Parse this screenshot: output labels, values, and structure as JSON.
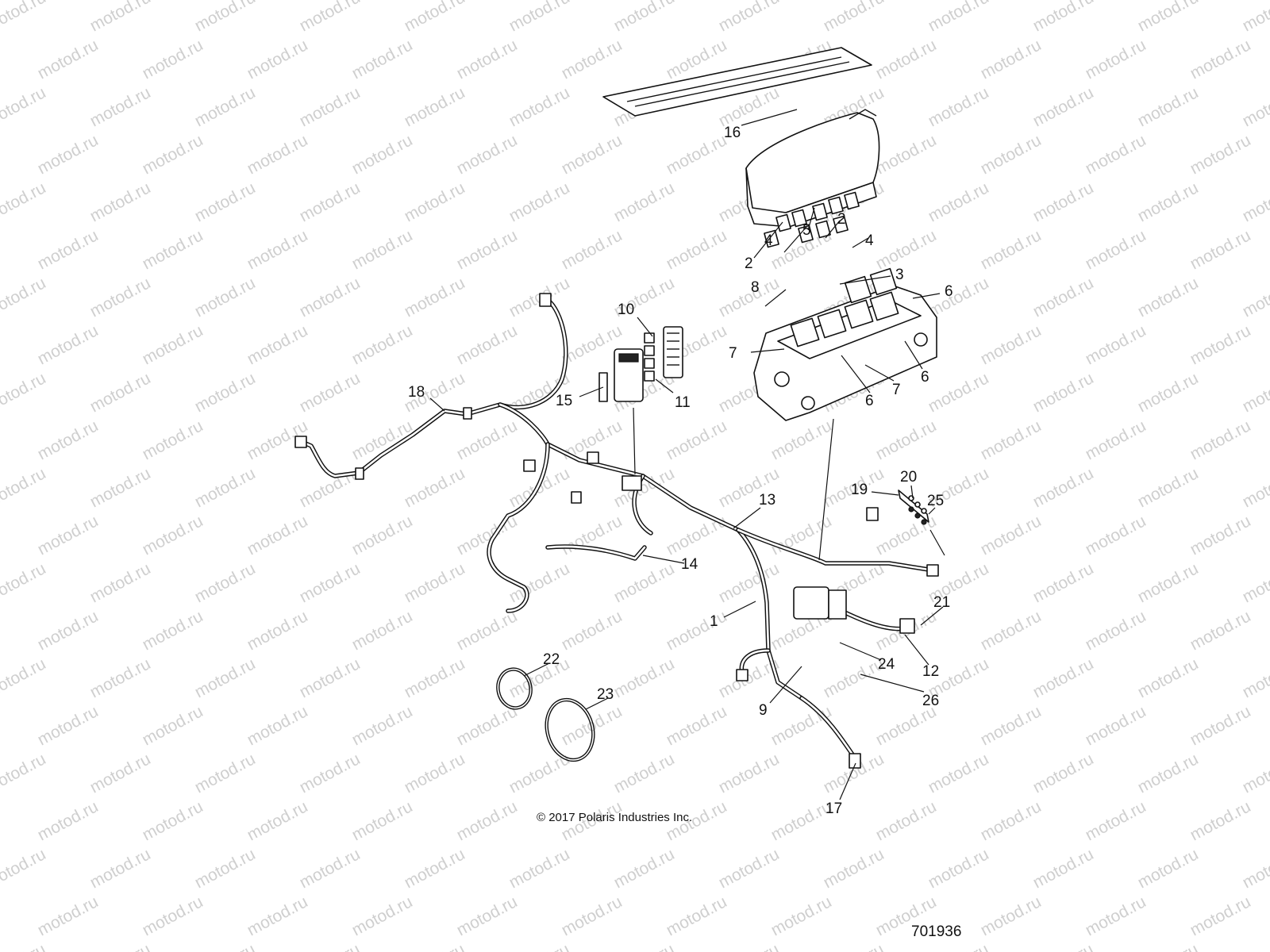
{
  "watermark": {
    "text": "motod.ru",
    "color": "#cfcfcf"
  },
  "copyright": "© 2017 Polaris Industries Inc.",
  "reference_number": "701936",
  "callouts": {
    "c16": "16",
    "c2a": "2",
    "c5": "5",
    "c2b": "2",
    "c4a": "4",
    "c4b": "4",
    "c3": "3",
    "c8": "8",
    "c6a": "6",
    "c7a": "7",
    "c6b": "6",
    "c7b": "7",
    "c6c": "6",
    "c10": "10",
    "c15": "15",
    "c11": "11",
    "c18": "18",
    "c13": "13",
    "c14": "14",
    "c1": "1",
    "c20": "20",
    "c19": "19",
    "c25": "25",
    "c21": "21",
    "c12": "12",
    "c24": "24",
    "c26": "26",
    "c9": "9",
    "c17": "17",
    "c22": "22",
    "c23": "23"
  }
}
